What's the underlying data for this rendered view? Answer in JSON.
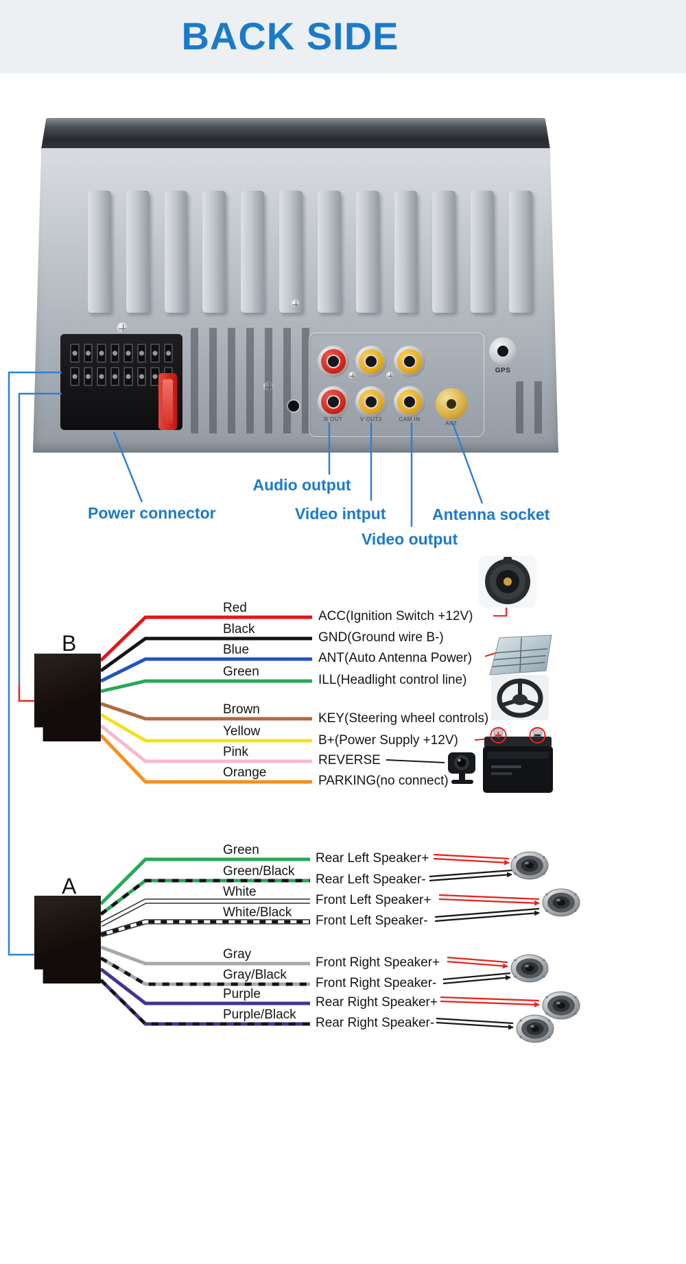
{
  "page": {
    "title": "BACK SIDE"
  },
  "unit": {
    "callouts": {
      "audio_output": "Audio output",
      "power_connector": "Power connector",
      "video_input": "Video intput",
      "video_output": "Video output",
      "antenna_socket": "Antenna socket"
    },
    "ports": {
      "r_out": "R OUT",
      "v_out2": "V OUT2",
      "cam_in": "CAM IN",
      "ant": "ANT",
      "gps": "GPS"
    }
  },
  "colors": {
    "accent_blue": "#1b7ac9",
    "leader_blue": "#2f80d0",
    "annotation_red": "#e8241d",
    "annotation_black": "#1a1a1a"
  },
  "connector_b": {
    "label": "B",
    "wires": [
      {
        "name": "Red",
        "hex": "#e8131c",
        "function": "ACC(Ignition Switch +12V)"
      },
      {
        "name": "Black",
        "hex": "#141414",
        "function": "GND(Ground wire B-)"
      },
      {
        "name": "Blue",
        "hex": "#2053c4",
        "function": "ANT(Auto Antenna Power)"
      },
      {
        "name": "Green",
        "hex": "#27a858",
        "function": "ILL(Headlight control line)"
      },
      {
        "name": "Brown",
        "hex": "#b06a40",
        "function": "KEY(Steering wheel controls)"
      },
      {
        "name": "Yellow",
        "hex": "#f6df20",
        "function": "B+(Power Supply +12V)"
      },
      {
        "name": "Pink",
        "hex": "#f7b8d0",
        "function": "REVERSE"
      },
      {
        "name": "Orange",
        "hex": "#f78f1e",
        "function": "PARKING(no connect)"
      }
    ]
  },
  "connector_a": {
    "label": "A",
    "wires": [
      {
        "name": "Green",
        "hex": "#27a858",
        "function": "Rear Left Speaker+"
      },
      {
        "name": "Green/Black",
        "hex": "#27a858",
        "stripe": "#141414",
        "function": "Rear Left Speaker-"
      },
      {
        "name": "White",
        "hex": "#ffffff",
        "function": "Front Left Speaker+"
      },
      {
        "name": "White/Black",
        "hex": "#ffffff",
        "stripe": "#141414",
        "function": "Front Left Speaker-"
      },
      {
        "name": "Gray",
        "hex": "#a8a8a8",
        "function": "Front Right Speaker+"
      },
      {
        "name": "Gray/Black",
        "hex": "#a8a8a8",
        "stripe": "#141414",
        "function": "Front Right Speaker-"
      },
      {
        "name": "Purple",
        "hex": "#463193",
        "function": "Rear Right Speaker+"
      },
      {
        "name": "Purple/Black",
        "hex": "#463193",
        "stripe": "#141414",
        "function": "Rear Right Speaker-"
      }
    ]
  }
}
